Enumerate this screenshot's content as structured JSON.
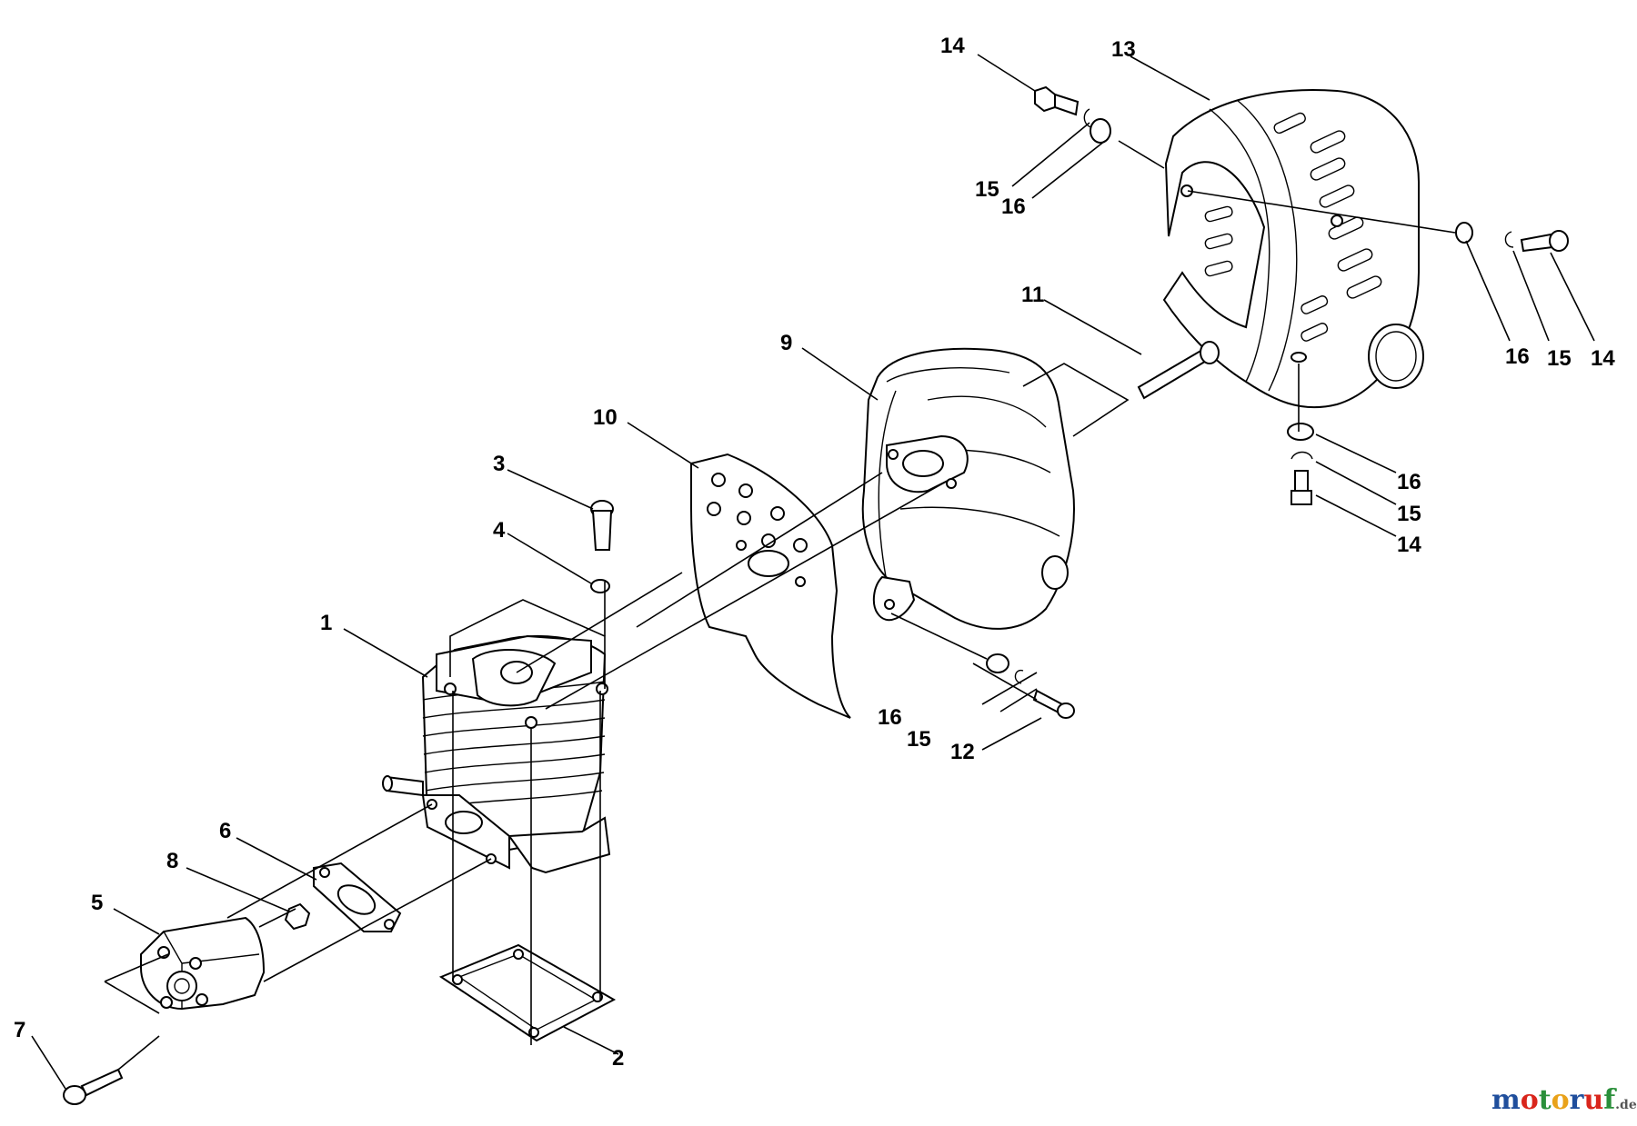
{
  "diagram": {
    "parts": [
      {
        "id": "p1",
        "number": "1"
      },
      {
        "id": "p2",
        "number": "2"
      },
      {
        "id": "p3",
        "number": "3"
      },
      {
        "id": "p4",
        "number": "4"
      },
      {
        "id": "p5",
        "number": "5"
      },
      {
        "id": "p6",
        "number": "6"
      },
      {
        "id": "p7",
        "number": "7"
      },
      {
        "id": "p8",
        "number": "8"
      },
      {
        "id": "p9",
        "number": "9"
      },
      {
        "id": "p10",
        "number": "10"
      },
      {
        "id": "p11",
        "number": "11"
      },
      {
        "id": "p12",
        "number": "12"
      },
      {
        "id": "p13",
        "number": "13"
      },
      {
        "id": "p14a",
        "number": "14"
      },
      {
        "id": "p15a",
        "number": "15"
      },
      {
        "id": "p16a",
        "number": "16"
      },
      {
        "id": "p16b",
        "number": "16"
      },
      {
        "id": "p15b",
        "number": "15"
      },
      {
        "id": "p14b",
        "number": "14"
      },
      {
        "id": "p16c",
        "number": "16"
      },
      {
        "id": "p15c",
        "number": "15"
      },
      {
        "id": "p14c",
        "number": "14"
      },
      {
        "id": "p16d",
        "number": "16"
      },
      {
        "id": "p15d",
        "number": "15"
      }
    ]
  },
  "watermark": {
    "text_main": "motoruf",
    "text_suffix": ".de",
    "colors": {
      "m": "#1f4e9c",
      "o1": "#d9261c",
      "t": "#2a8f3a",
      "o2": "#e9a21a",
      "r": "#1f4e9c",
      "u": "#d9261c",
      "f": "#2a8f3a"
    }
  }
}
